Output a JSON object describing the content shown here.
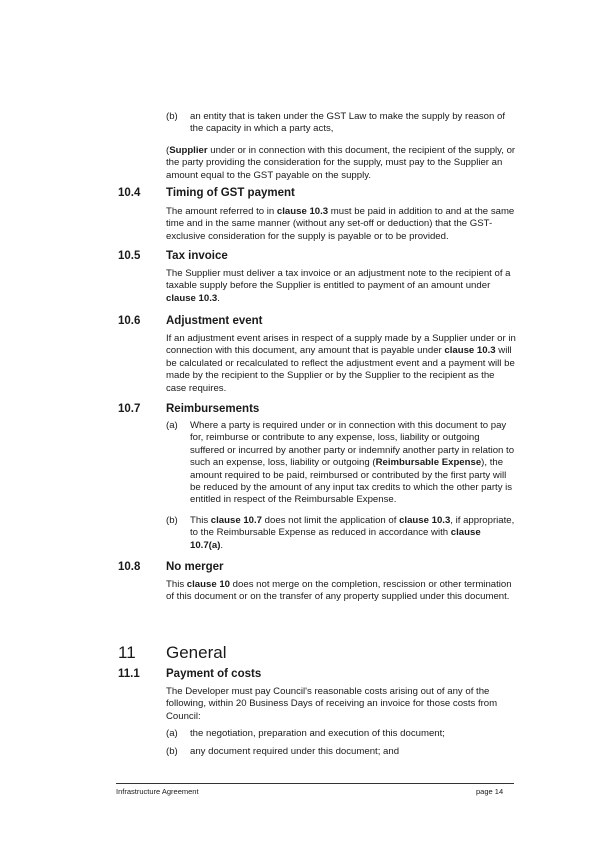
{
  "top": {
    "item_b_label": "(b)",
    "item_b_text": "an entity that is taken under the GST Law to make the supply by reason of the capacity in which a party acts,",
    "para_bold": "Supplier",
    "para_rest": " under or in connection with this document, the recipient of the supply, or the party providing the consideration for the supply, must pay to the Supplier an amount equal to the GST payable on the supply."
  },
  "s10_4": {
    "number": "10.4",
    "title": "Timing of GST payment",
    "t1": "The amount referred to in ",
    "ref": "clause 10.3",
    "t2": " must be paid in addition to and at the same time and in the same manner (without any set-off or deduction) that the GST-exclusive consideration for the supply is payable or to be provided."
  },
  "s10_5": {
    "number": "10.5",
    "title": "Tax invoice",
    "t1": "The Supplier must deliver a tax invoice or an adjustment note to the recipient of a taxable supply before the Supplier is entitled to payment of an amount under ",
    "ref": "clause 10.3",
    "t2": "."
  },
  "s10_6": {
    "number": "10.6",
    "title": "Adjustment event",
    "t1": "If an adjustment event arises in respect of a supply made by a Supplier under or in connection with this document, any amount that is payable under ",
    "ref": "clause 10.3",
    "t2": " will be calculated or recalculated to reflect the adjustment event and a payment will be made by the recipient to the Supplier or by the Supplier to the recipient as the case requires."
  },
  "s10_7": {
    "number": "10.7",
    "title": "Reimbursements",
    "a_label": "(a)",
    "a_t1": "Where a party is required under or in connection with this document to pay for, reimburse or contribute to any expense, loss, liability or outgoing suffered or incurred by another party or indemnify another party in relation to such an expense, loss, liability or outgoing (",
    "a_bold": "Reimbursable Expense",
    "a_t2": "), the amount required to be paid, reimbursed or contributed by the first party will be reduced by the amount of any input tax credits to which the other party is entitled in respect of the Reimbursable Expense.",
    "b_label": "(b)",
    "b_t1": "This ",
    "b_ref1": "clause 10.7",
    "b_t2": " does not limit the application of ",
    "b_ref2": "clause 10.3",
    "b_t3": ", if appropriate, to the Reimbursable Expense as reduced in accordance with ",
    "b_ref3": "clause 10.7(a)",
    "b_t4": "."
  },
  "s10_8": {
    "number": "10.8",
    "title": "No merger",
    "t1": "This ",
    "ref": "clause 10",
    "t2": " does not merge on the completion, rescission or other termination of this document or on the transfer of any property supplied under this document."
  },
  "s11": {
    "number": "11",
    "title": "General"
  },
  "s11_1": {
    "number": "11.1",
    "title": "Payment of costs",
    "text": "The Developer must pay Council's reasonable costs arising out of any of the following, within 20 Business Days of receiving an invoice for those costs from Council:",
    "a_label": "(a)",
    "a_text": "the negotiation, preparation and execution of this document;",
    "b_label": "(b)",
    "b_text": "any document required under this document; and"
  },
  "footer": {
    "left": "Infrastructure Agreement",
    "right": "page 14"
  }
}
